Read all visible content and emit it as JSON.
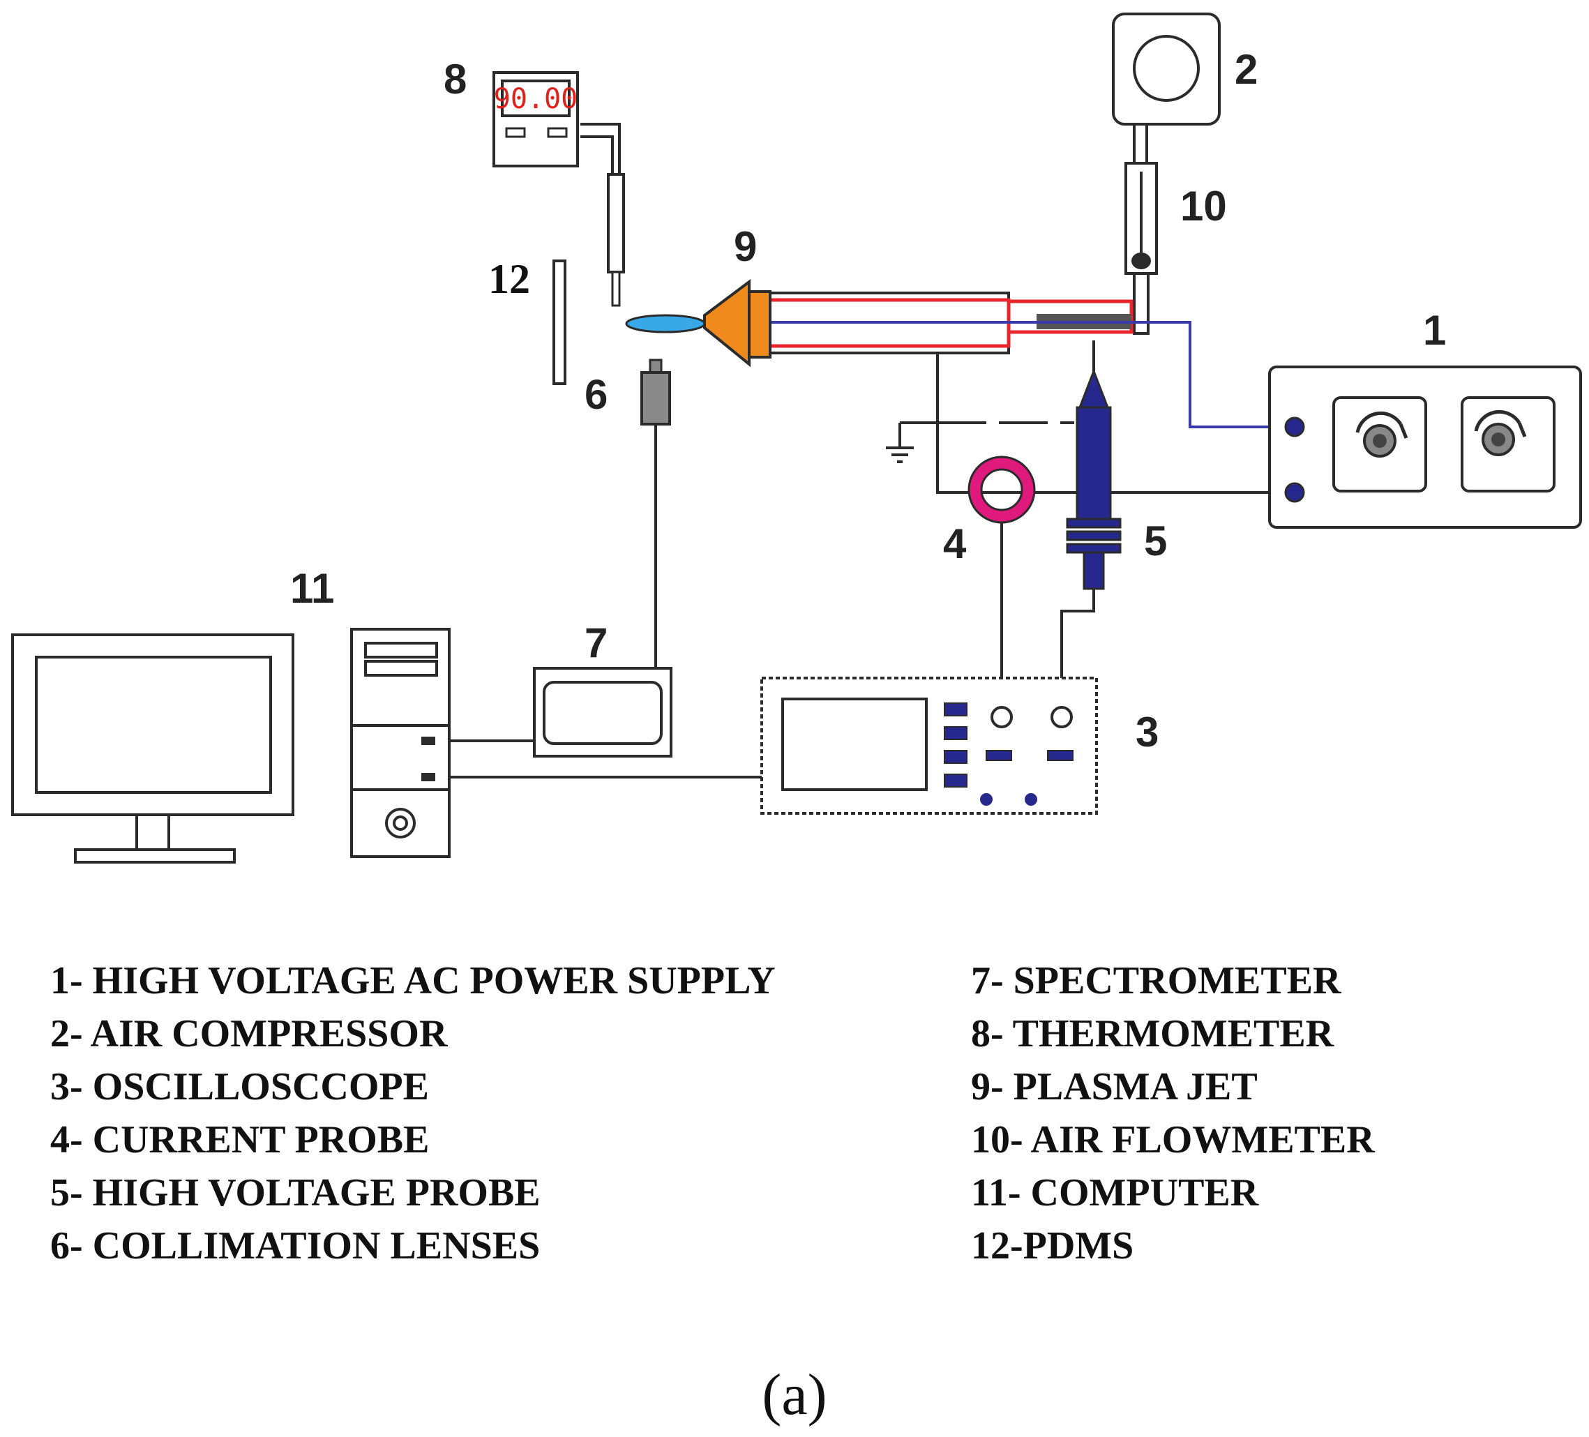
{
  "colors": {
    "line": "#2b2b2b",
    "plasma_orange": "#f08a1c",
    "plasma_blue": "#38a9e6",
    "probe_navy": "#26288e",
    "current_probe_pink": "#e0197d",
    "tube_red": "#e8262d",
    "wire_blue": "#3a3aa8",
    "thermometer_display": "#e0201b"
  },
  "labels": {
    "n1": "1",
    "n2": "2",
    "n3": "3",
    "n4": "4",
    "n5": "5",
    "n6": "6",
    "n7": "7",
    "n8": "8",
    "n9": "9",
    "n10": "10",
    "n11": "11",
    "n12": "12"
  },
  "thermometer": {
    "display_value": "90.00"
  },
  "legend": {
    "left": [
      "1- HIGH VOLTAGE AC POWER SUPPLY",
      "2- AIR COMPRESSOR",
      "3- OSCILLOSCCOPE",
      "4- CURRENT PROBE",
      "5- HIGH VOLTAGE PROBE",
      "6- COLLIMATION LENSES"
    ],
    "right": [
      "7- SPECTROMETER",
      "8- THERMOMETER",
      "9- PLASMA JET",
      "10- AIR FLOWMETER",
      "11- COMPUTER",
      "12-PDMS"
    ]
  },
  "caption": "(a)"
}
